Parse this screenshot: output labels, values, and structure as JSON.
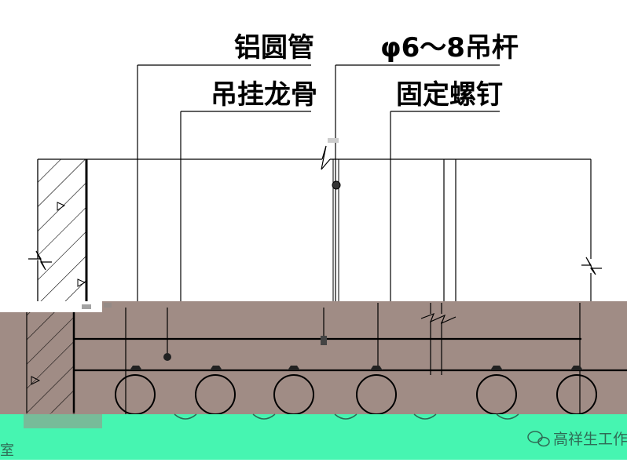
{
  "labels": {
    "aluminum_tube": "铝圆管",
    "hanger_rod": "φ6～8吊杆",
    "hanging_keel": "吊挂龙骨",
    "fixing_screw": "固定螺钉"
  },
  "watermark": "高祥生工作",
  "footer_caption": "室",
  "colors": {
    "ink": "#000000",
    "overlay_brown": "#a08c85",
    "overlay_green": "#46f5b1",
    "background": "#ffffff"
  }
}
